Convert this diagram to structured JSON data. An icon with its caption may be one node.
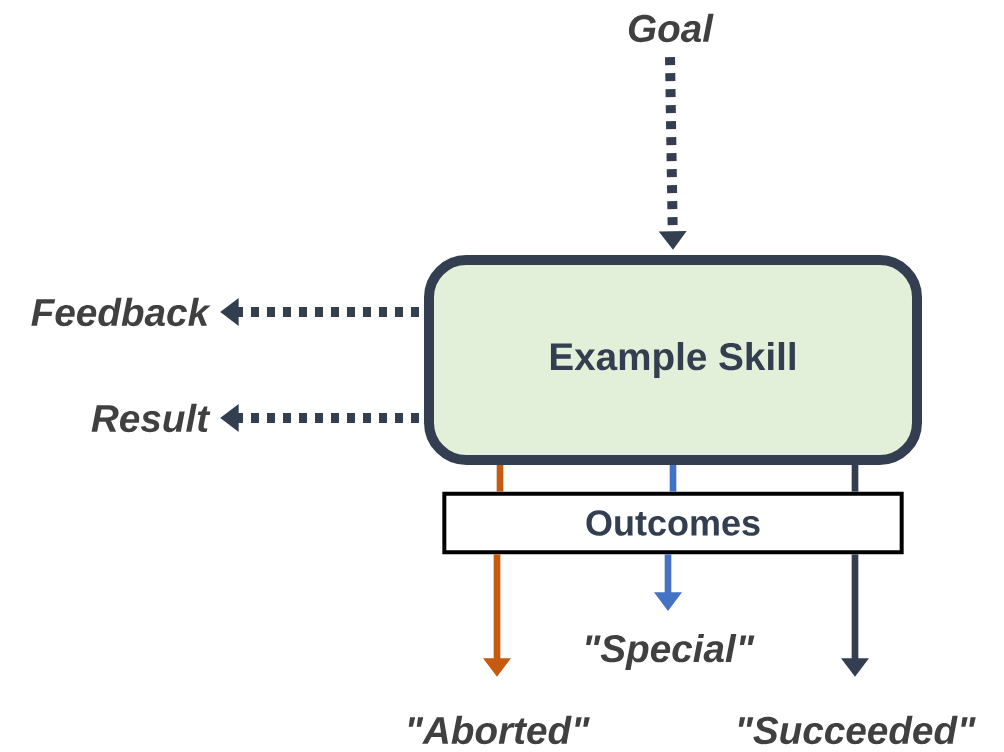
{
  "diagram": {
    "nodes": [
      {
        "text": [
          "Goal"
        ]
      },
      {
        "text": [
          "Example Skill"
        ]
      },
      {
        "text": [
          "Feedback"
        ]
      },
      {
        "text": [
          "Result"
        ]
      },
      {
        "text": [
          "Outcomes"
        ]
      },
      {
        "text": [
          "\"Aborted\""
        ]
      },
      {
        "text": [
          "\"Special\""
        ]
      },
      {
        "text": [
          "\"Succeeded\""
        ]
      }
    ],
    "edges": [
      {
        "from": 0,
        "to": 1,
        "arrow": "to",
        "style": "dashed"
      },
      {
        "from": 1,
        "to": 2,
        "arrow": "to",
        "style": "dashed"
      },
      {
        "from": 1,
        "to": 3,
        "arrow": "to",
        "style": "dashed"
      },
      {
        "from": 1,
        "to": 4,
        "arrow": "none",
        "color": "#c55a11"
      },
      {
        "from": 1,
        "to": 4,
        "arrow": "none",
        "color": "#4472c4"
      },
      {
        "from": 1,
        "to": 4,
        "arrow": "none"
      },
      {
        "from": 4,
        "to": 5,
        "arrow": "to",
        "color": "#c55a11"
      },
      {
        "from": 4,
        "to": 6,
        "arrow": "to",
        "color": "#4472c4"
      },
      {
        "from": 4,
        "to": 7,
        "arrow": "to"
      }
    ]
  }
}
